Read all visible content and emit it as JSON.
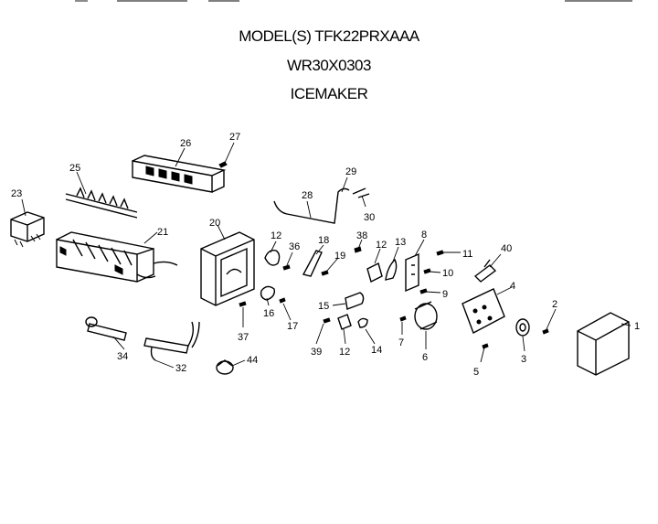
{
  "header": {
    "model": "MODEL(S) TFK22PRXAAA",
    "part_number": "WR30X0303",
    "name": "ICEMAKER"
  },
  "callouts": [
    "1",
    "2",
    "3",
    "4",
    "5",
    "6",
    "7",
    "8",
    "9",
    "10",
    "11",
    "12",
    "12",
    "12",
    "13",
    "14",
    "15",
    "16",
    "17",
    "18",
    "19",
    "20",
    "21",
    "23",
    "25",
    "26",
    "27",
    "28",
    "29",
    "30",
    "32",
    "34",
    "36",
    "37",
    "38",
    "39",
    "40",
    "44"
  ]
}
